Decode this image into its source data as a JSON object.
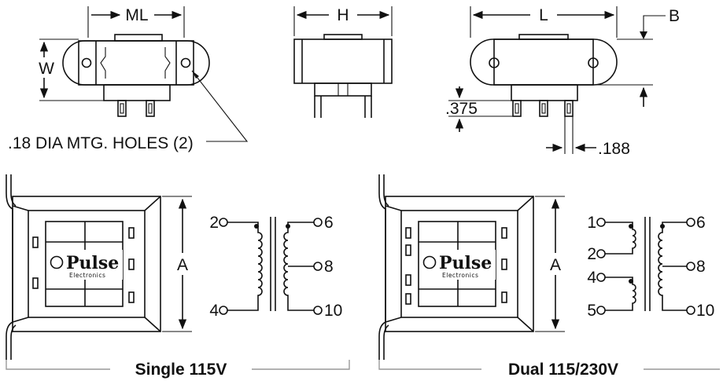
{
  "top_views": {
    "ml_label": "ML",
    "w_label": "W",
    "h_label": "H",
    "l_label": "L",
    "b_label": "B",
    "dim_375": ".375",
    "dim_188": ".188",
    "holes_note": ".18 DIA MTG. HOLES (2)"
  },
  "single": {
    "a_label": "A",
    "logo_text": "Pulse",
    "logo_sub": "Electronics",
    "pin_2": "2",
    "pin_4": "4",
    "pin_6": "6",
    "pin_8": "8",
    "pin_10": "10",
    "caption": "Single 115V"
  },
  "dual": {
    "a_label": "A",
    "logo_text": "Pulse",
    "logo_sub": "Electronics",
    "pin_1": "1",
    "pin_2": "2",
    "pin_4": "4",
    "pin_5": "5",
    "pin_6": "6",
    "pin_8": "8",
    "pin_10": "10",
    "caption": "Dual 115/230V"
  }
}
